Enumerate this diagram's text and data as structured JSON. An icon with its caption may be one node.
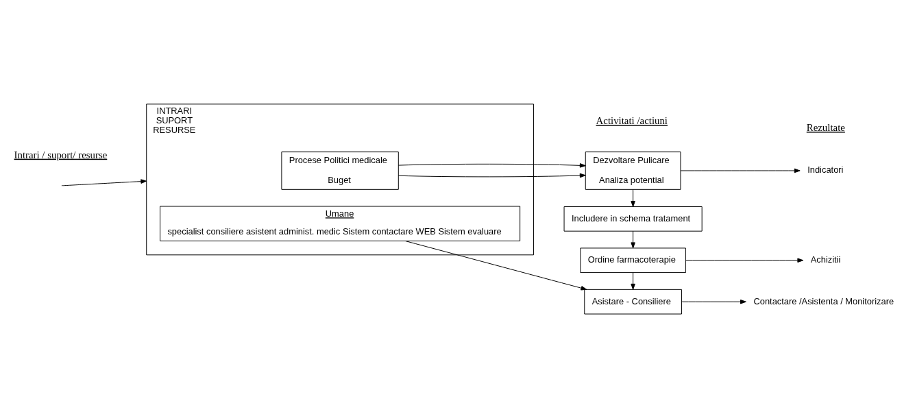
{
  "diagram": {
    "nodes": [
      {
        "text": [
          "INTRARI",
          "SUPORT",
          "RESURSE"
        ]
      },
      {
        "text": [
          "Procese Politici medicale",
          "Buget"
        ],
        "in": 0
      },
      {
        "text": [
          "Umane",
          "specialist consiliere asistent administ. medic Sistem contactare WEB Sistem evaluare"
        ],
        "in": 0
      },
      {
        "text": [
          "Dezvoltare Pulicare",
          "Analiza potential"
        ]
      },
      {
        "text": [
          "Includere in schema tratament"
        ]
      },
      {
        "text": [
          "Ordine farmacoterapie"
        ]
      },
      {
        "text": [
          "Asistare - Consiliere"
        ]
      },
      {
        "text": [
          "Indicatori"
        ]
      },
      {
        "text": [
          "Achizitii"
        ]
      },
      {
        "text": [
          "Contactare /Asistenta / Monitorizare"
        ]
      }
    ],
    "edges": [
      {
        "from": null,
        "to": 0,
        "arrow": "to"
      },
      {
        "from": 1,
        "to": 3,
        "arrow": "to"
      },
      {
        "from": 1,
        "to": 3,
        "arrow": "to"
      },
      {
        "from": 3,
        "to": 7,
        "arrow": "to"
      },
      {
        "from": 3,
        "to": 4,
        "arrow": "to"
      },
      {
        "from": 4,
        "to": 5,
        "arrow": "to"
      },
      {
        "from": 5,
        "to": 8,
        "arrow": "to"
      },
      {
        "from": 5,
        "to": 6,
        "arrow": "to"
      },
      {
        "from": 2,
        "to": 6,
        "arrow": "to"
      },
      {
        "from": 6,
        "to": 9,
        "arrow": "to"
      }
    ],
    "labels": [
      "Intrari / suport/ resurse",
      "Activitati /actiuni",
      "Rezultate"
    ]
  }
}
